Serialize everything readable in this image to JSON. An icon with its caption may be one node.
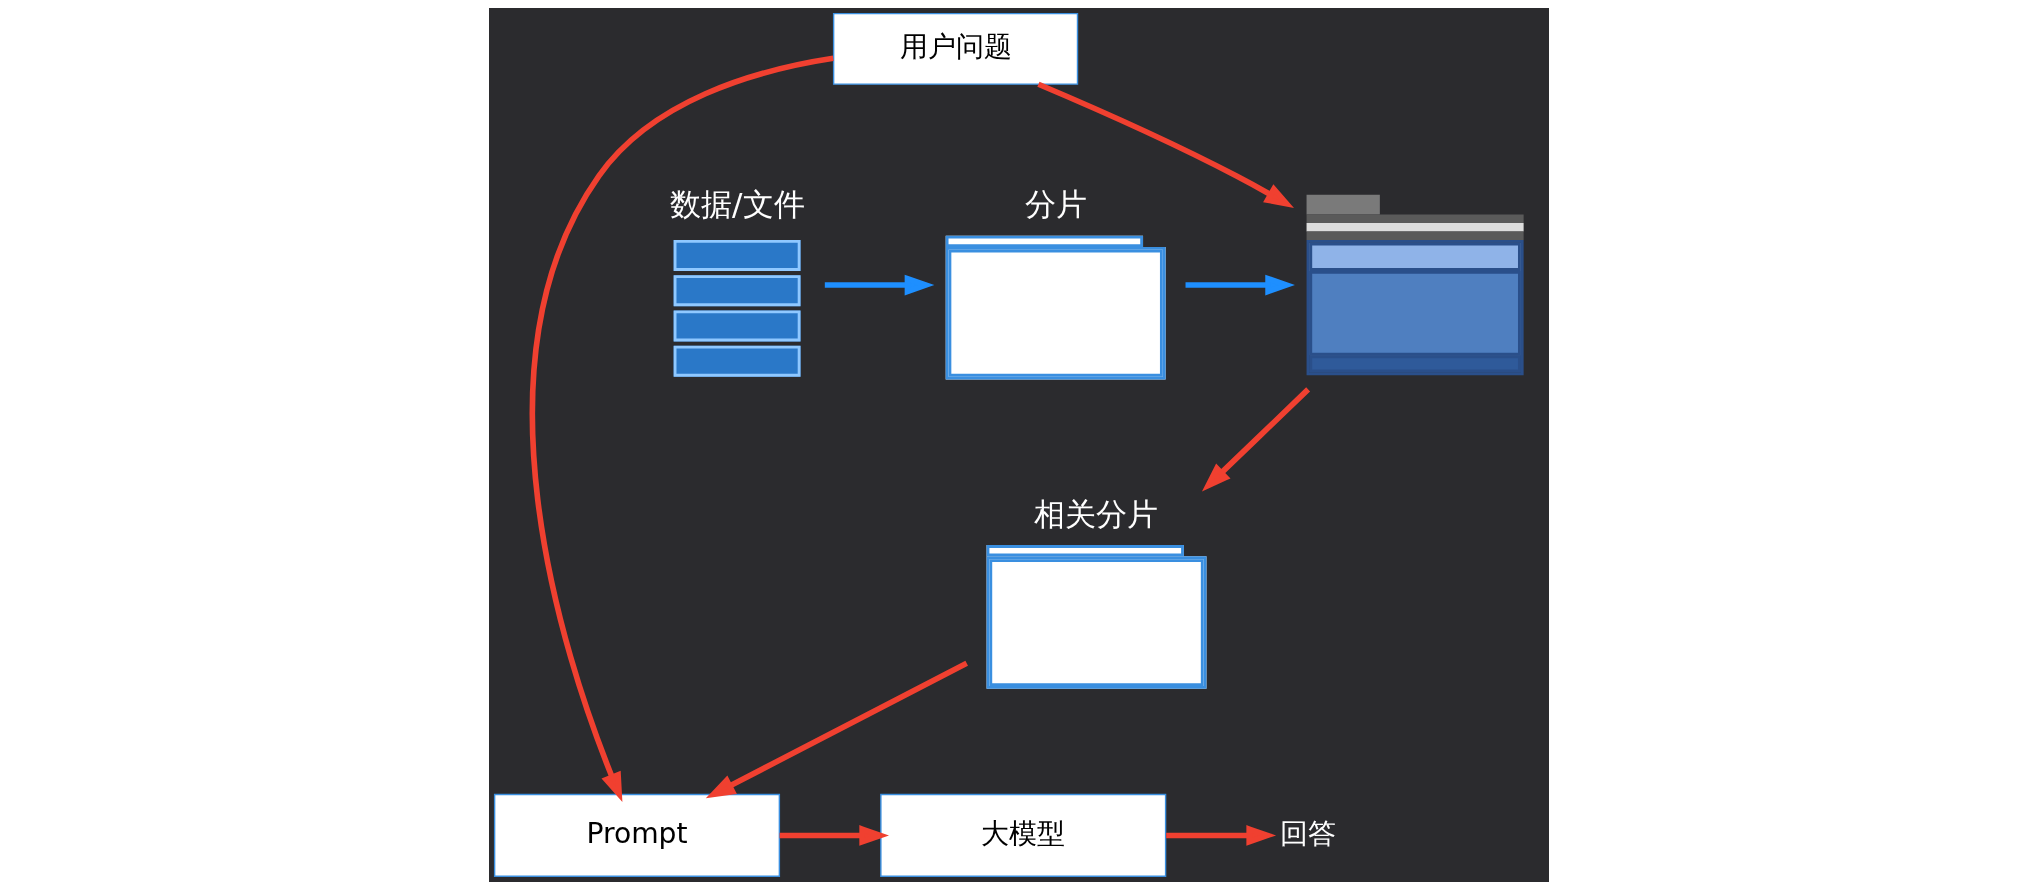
{
  "diagram": {
    "nodes": [
      {
        "text": [
          "用户问题"
        ]
      },
      {
        "text": [],
        "shape": "picture",
        "beside": [
          "数据/文件"
        ]
      },
      {
        "text": [],
        "shape": "box",
        "beside": [
          "分片"
        ]
      },
      {
        "text": [],
        "shape": "picture"
      },
      {
        "text": [],
        "shape": "box",
        "beside": [
          "相关分片"
        ]
      },
      {
        "text": [
          "Prompt"
        ]
      },
      {
        "text": [
          "大模型"
        ]
      },
      {
        "text": [
          "回答"
        ]
      }
    ],
    "edges": [
      {
        "from": 1,
        "to": 2,
        "arrow": "to",
        "color": "#1e8fff"
      },
      {
        "from": 2,
        "to": 3,
        "arrow": "to",
        "color": "#1e8fff"
      },
      {
        "from": 0,
        "to": 3,
        "arrow": "to"
      },
      {
        "from": 0,
        "to": 5,
        "arrow": "to"
      },
      {
        "from": 3,
        "to": 4,
        "arrow": "to"
      },
      {
        "from": 4,
        "to": 5,
        "arrow": "to"
      },
      {
        "from": 5,
        "to": 6,
        "arrow": "to"
      },
      {
        "from": 6,
        "to": 7,
        "arrow": "to"
      }
    ]
  }
}
